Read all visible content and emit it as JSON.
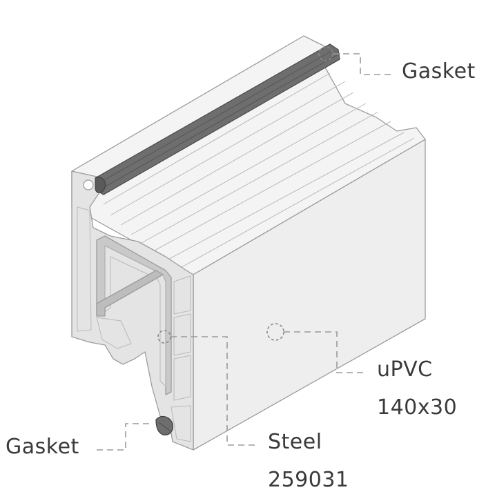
{
  "labels": {
    "gasket_top": "Gasket",
    "gasket_bottom": "Gasket",
    "upvc_line1": "uPVC",
    "upvc_line2": "140x30",
    "steel_line1": "Steel",
    "steel_line2": "259031"
  },
  "colors": {
    "upvc_light": "#f6f6f6",
    "upvc_mid": "#ececec",
    "upvc_dark": "#dedede",
    "steel": "#c9c9c9",
    "gasket": "#6e6e6e",
    "label_text": "#3a3a3a",
    "leader_line": "#9a9a9a"
  }
}
